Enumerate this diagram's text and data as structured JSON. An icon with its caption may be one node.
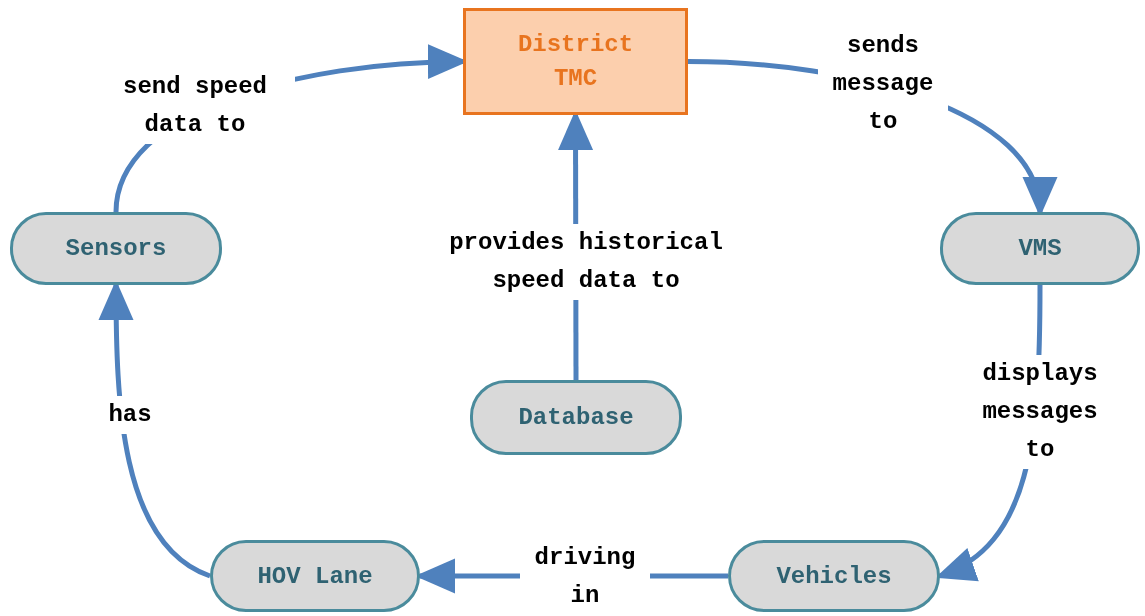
{
  "diagram": {
    "nodes": [
      {
        "text": [
          "District TMC"
        ]
      },
      {
        "text": [
          "Sensors"
        ]
      },
      {
        "text": [
          "VMS"
        ]
      },
      {
        "text": [
          "Database"
        ]
      },
      {
        "text": [
          "HOV Lane"
        ]
      },
      {
        "text": [
          "Vehicles"
        ]
      }
    ],
    "edges": [
      {
        "from": 1,
        "to": 0,
        "arrow": "to",
        "label": "send speed data to"
      },
      {
        "from": 0,
        "to": 2,
        "arrow": "to",
        "label": "sends message to"
      },
      {
        "from": 2,
        "to": 5,
        "arrow": "to",
        "label": "displays messages to"
      },
      {
        "from": 5,
        "to": 4,
        "arrow": "to",
        "label": "driving in"
      },
      {
        "from": 4,
        "to": 1,
        "arrow": "to",
        "label": "has"
      },
      {
        "from": 3,
        "to": 0,
        "arrow": "to",
        "label": "provides historical speed data to"
      }
    ]
  }
}
